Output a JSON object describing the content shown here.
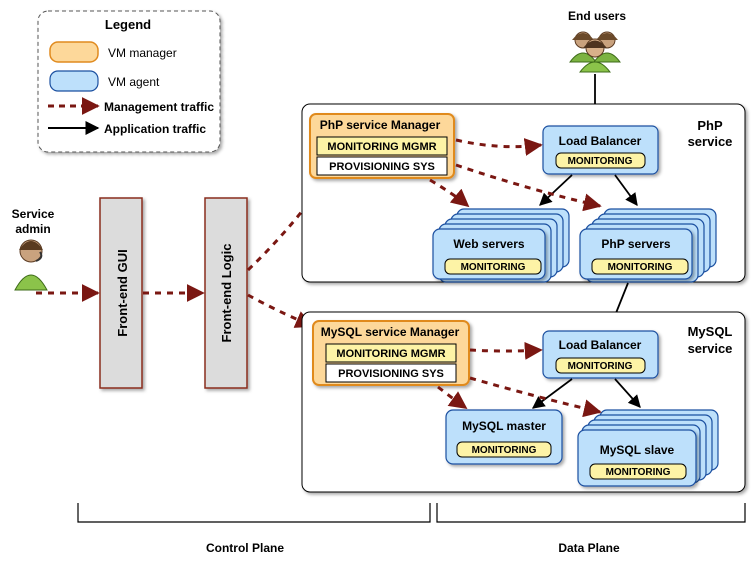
{
  "legend": {
    "title": "Legend",
    "vm_manager": "VM manager",
    "vm_agent": "VM agent",
    "management_traffic": "Management traffic",
    "application_traffic": "Application traffic"
  },
  "actors": {
    "end_users": "End users",
    "service_admin_line1": "Service",
    "service_admin_line2": "admin"
  },
  "frontend": {
    "gui": "Front-end GUI",
    "logic": "Front-end Logic"
  },
  "php_service": {
    "label_line1": "PhP",
    "label_line2": "service",
    "manager_title": "PhP service Manager",
    "monitoring_mgmr": "MONITORING MGMR",
    "provisioning": "PROVISIONING SYS",
    "load_balancer": "Load Balancer",
    "web_servers": "Web servers",
    "php_servers": "PhP servers",
    "monitoring": "MONITORING"
  },
  "mysql_service": {
    "label_line1": "MySQL",
    "label_line2": "service",
    "manager_title": "MySQL service Manager",
    "monitoring_mgmr": "MONITORING MGMR",
    "provisioning": "PROVISIONING SYS",
    "load_balancer": "Load Balancer",
    "master": "MySQL master",
    "slave": "MySQL slave",
    "monitoring": "MONITORING"
  },
  "planes": {
    "control": "Control Plane",
    "data": "Data Plane"
  },
  "colors": {
    "vm_manager": "#fdd89a",
    "vm_manager_border": "#e08a1e",
    "vm_agent": "#bde0fb",
    "vm_agent_border": "#1a4fa0",
    "monitoring": "#fdf3a6",
    "management_arrow": "#7a1712",
    "frontend_fill": "#dcdcdc",
    "frontend_border": "#8a2d1f"
  }
}
